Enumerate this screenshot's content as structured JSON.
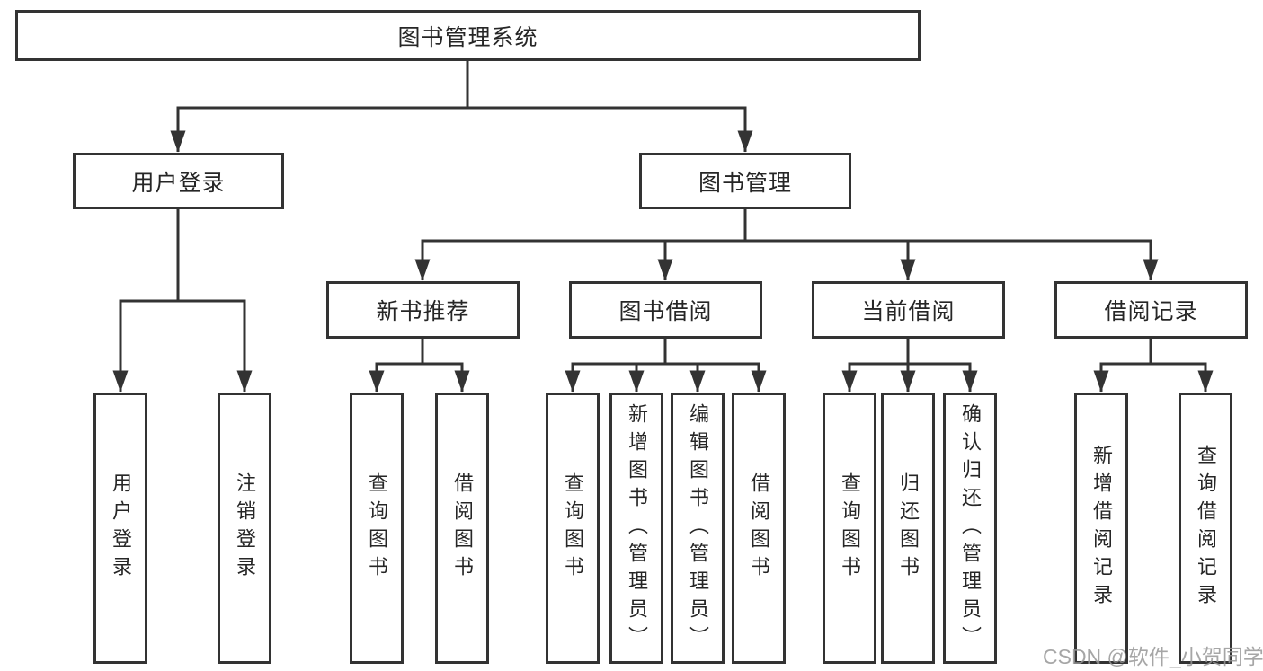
{
  "diagram": {
    "root": {
      "label": "图书管理系统"
    },
    "branches": [
      {
        "label": "用户登录",
        "leaves": [
          "用户登录",
          "注销登录"
        ]
      },
      {
        "label": "图书管理",
        "children": [
          {
            "label": "新书推荐",
            "leaves": [
              "查询图书",
              "借阅图书"
            ]
          },
          {
            "label": "图书借阅",
            "leaves": [
              "查询图书",
              "新增图书（管理员）",
              "编辑图书（管理员）",
              "借阅图书"
            ]
          },
          {
            "label": "当前借阅",
            "leaves": [
              "查询图书",
              "归还图书",
              "确认归还（管理员）"
            ]
          },
          {
            "label": "借阅记录",
            "leaves": [
              "新增借阅记录",
              "查询借阅记录"
            ]
          }
        ]
      }
    ]
  },
  "watermark": {
    "text": "CSDN @软件_小贺同学"
  },
  "colors": {
    "line": "#333333",
    "text": "#262626",
    "box_background": "#ffffff",
    "watermark": "#969696"
  }
}
